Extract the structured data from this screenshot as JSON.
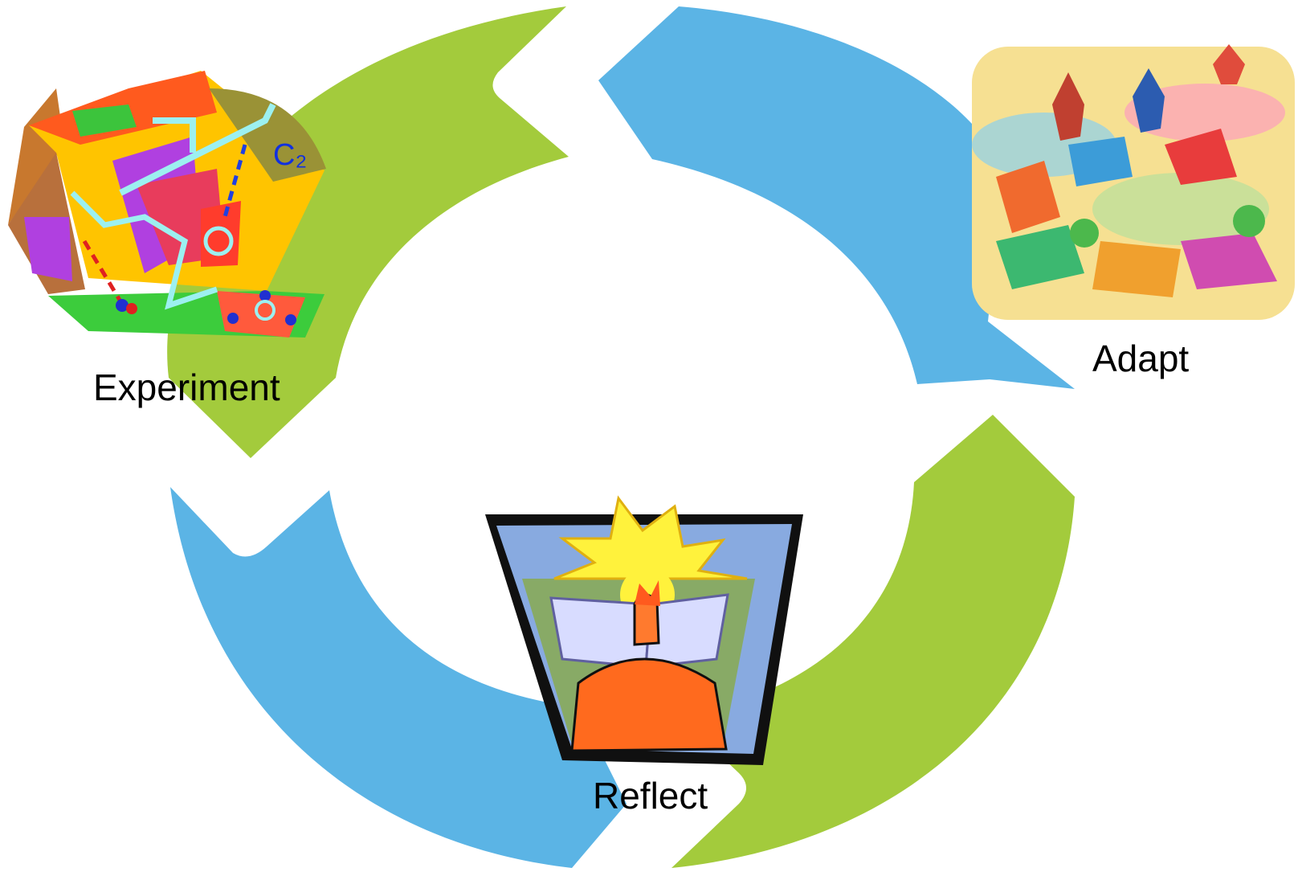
{
  "diagram": {
    "type": "cycle",
    "colors": {
      "green": "#a3cb3c",
      "blue": "#5bb4e5"
    },
    "stages": [
      {
        "label": "Experiment",
        "icon": "science-experiment-clipart-icon"
      },
      {
        "label": "Adapt",
        "icon": "people-flying-books-painting-icon"
      },
      {
        "label": "Reflect",
        "icon": "person-reading-book-sunrise-icon"
      }
    ]
  }
}
